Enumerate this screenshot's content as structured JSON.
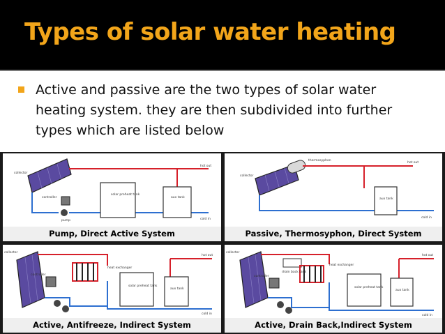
{
  "slide": {
    "title": "Types of solar water heating",
    "bullet": "Active and passive are the two types of solar water heating system. they are then subdivided into further types which are listed below",
    "accent_color": "#f2a51a",
    "bullet_icon": "square-bullet-icon"
  },
  "diagrams": [
    {
      "caption": "Pump, Direct Active System",
      "labels": {
        "collector": "collector",
        "tank": "solar preheat tank",
        "aux": "aux tank",
        "controller": "controller",
        "pump": "pump",
        "hot": "hot out",
        "cold": "cold in"
      }
    },
    {
      "caption": "Passive, Thermosyphon, Direct System",
      "labels": {
        "collector": "collector",
        "thermo": "thermosyphon",
        "aux": "aux tank",
        "hot": "hot out",
        "cold": "cold in"
      }
    },
    {
      "caption": "Active, Antifreeze, Indirect System",
      "labels": {
        "collector": "collector",
        "hx": "heat exchanger",
        "tank": "solar preheat tank",
        "aux": "aux tank",
        "controller": "controller",
        "hot": "hot out",
        "cold": "cold in"
      }
    },
    {
      "caption": "Active, Drain Back,Indirect System",
      "labels": {
        "collector": "collector",
        "drain": "drain back tank",
        "hx": "heat exchanger",
        "tank": "solar preheat tank",
        "aux": "aux tank",
        "controller": "controller",
        "hot": "hot out",
        "cold": "cold in"
      }
    }
  ]
}
